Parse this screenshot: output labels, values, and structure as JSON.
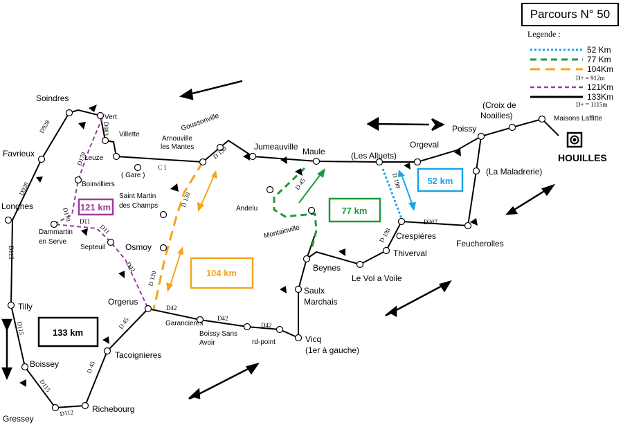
{
  "title": "Parcours N° 50",
  "legend": {
    "title": "Legende :",
    "entries": [
      {
        "label": "52 Km",
        "color": "#1aa3e8",
        "style": "dotted"
      },
      {
        "label": "77 Km",
        "color": "#1e9a3a",
        "style": "dashed"
      },
      {
        "label": "104Km",
        "color": "#f5a41a",
        "style": "long-dashed",
        "note": "D+ =  912m"
      },
      {
        "label": "121Km",
        "color": "#9b3a9b",
        "style": "dashed"
      },
      {
        "label": "133Km",
        "color": "#000000",
        "style": "solid",
        "note": "D+ = 1115m"
      }
    ]
  },
  "destination": {
    "label": "HOUILLES",
    "icon": "target-icon"
  },
  "boxes": [
    {
      "label": "52 km",
      "color": "#1aa3e8"
    },
    {
      "label": "77 km",
      "color": "#1e9a3a"
    },
    {
      "label": "104 km",
      "color": "#f5a41a"
    },
    {
      "label": "121 km",
      "color": "#9b3a9b"
    },
    {
      "label": "133 km",
      "color": "#000000"
    }
  ],
  "places": [
    "Soindres",
    "Vert",
    "Villette",
    "Leuze",
    "( Gare )",
    "Arnouville les Mantes",
    "Goussonville",
    "Jumeauville",
    "Maule",
    "(Les Alluets)",
    "Orgeval",
    "Poissy",
    "(Croix de Noailles)",
    "Maisons Laffitte",
    "Favrieux",
    "Boinvilliers",
    "Saint Martin des Champs",
    "Andelu",
    "Montainville",
    "(La Maladrerie)",
    "Crespiéres",
    "Feucherolles",
    "Thiverval",
    "Longnes",
    "Dammartin en Serve",
    "Septeuil",
    "Osmoy",
    "Beynes",
    "Le Vol a Voile",
    "Saulx Marchais",
    "Orgerus",
    "Garancieres",
    "Boissy Sans Avoir",
    "rd-point",
    "Vicq",
    "(1er à gauche)",
    "Tilly",
    "Tacoignieres",
    "Boissey",
    "Richebourg",
    "Gressey"
  ],
  "roads": [
    "D928",
    "D928",
    "D983",
    "C 1",
    "D 130",
    "D 130",
    "D 130",
    "D 45",
    "D 198",
    "D 198",
    "D307",
    "D170",
    "D170",
    "D11",
    "D11",
    "D42",
    "D42",
    "D42",
    "D42",
    "D 45",
    "D 45",
    "D115",
    "D115",
    "D115",
    "D112"
  ]
}
